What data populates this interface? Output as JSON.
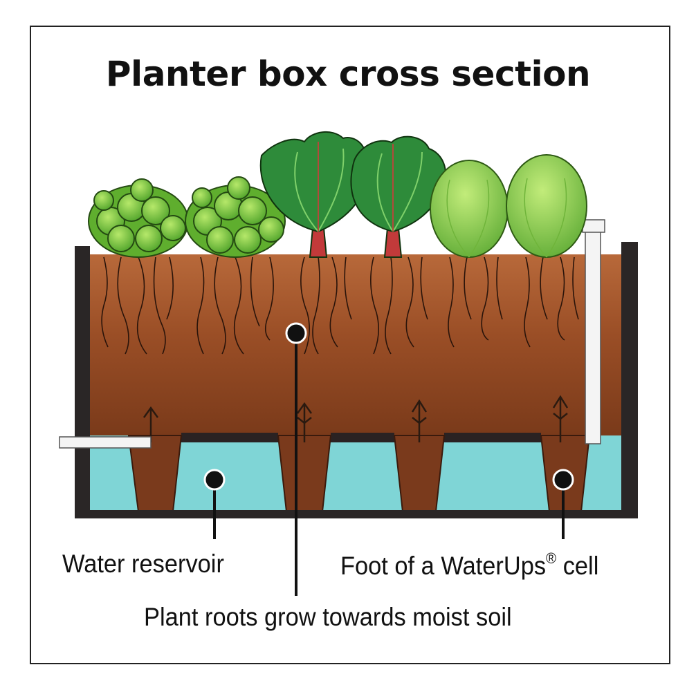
{
  "title": "Planter box cross section",
  "labels": {
    "water_reservoir": "Water reservoir",
    "foot_cell": "Foot of a WaterUps",
    "foot_cell_mark": "®",
    "foot_cell_suffix": " cell",
    "plant_roots": "Plant roots grow towards moist soil"
  },
  "colors": {
    "soil_top": "#a85a2e",
    "soil_bottom": "#7a3c1c",
    "water": "#7ed6d6",
    "frame": "#222222",
    "leaf_light": "#8fd44a",
    "leaf_dark": "#2e7d32",
    "stem": "#c0392b"
  }
}
